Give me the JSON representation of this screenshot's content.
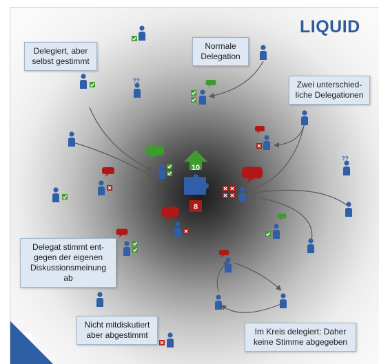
{
  "title": "LIQUID",
  "callouts": {
    "delegated_self_voted": "Delegiert, aber selbst gestimmt",
    "normal_delegation": "Normale Delegation",
    "two_delegations": "Zwei unterschied-liche Delegationen",
    "delegate_against": "Delegat stimmt ent-gegen der eigenen Diskussionsmeinung ab",
    "not_discussed": "Nicht mitdiskutiert aber abgestimmt",
    "circular": "Im Kreis delegiert: Daher keine Stimme abgegeben"
  },
  "counts": {
    "yes": "10",
    "no": "8"
  },
  "question_mark": "??",
  "colors": {
    "person": "#2f5fa8",
    "yes": "#3f9b2e",
    "no": "#b01818",
    "callout_bg": "#dfe8f2",
    "title": "#2f5b9c"
  },
  "icons": {
    "person": "person-icon",
    "check": "check-icon",
    "cross": "cross-icon",
    "speech": "speech-bubble-icon",
    "puzzle": "puzzle-icon",
    "arrow_up": "up-arrow-icon",
    "bonsai": "bonsai-icon"
  }
}
